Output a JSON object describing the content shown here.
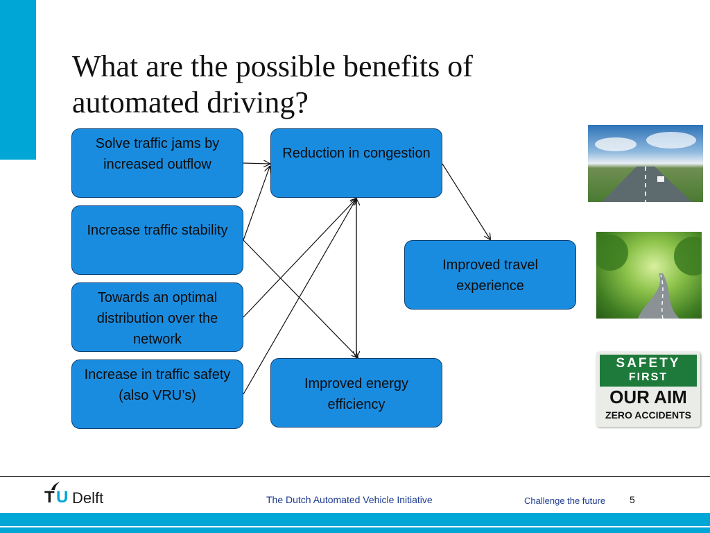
{
  "slide": {
    "title": "What are the possible benefits of automated driving?",
    "page_number": "5"
  },
  "diagram": {
    "boxes": [
      {
        "id": "b1",
        "text": "Solve traffic jams by increased outflow"
      },
      {
        "id": "b2",
        "text": "Increase traffic stability"
      },
      {
        "id": "b3",
        "text": "Towards an optimal distribution over the network"
      },
      {
        "id": "b4",
        "text": "Increase in traffic safety (also VRU’s)"
      },
      {
        "id": "b5",
        "text": "Reduction in congestion"
      },
      {
        "id": "b6",
        "text": "Improved travel experience"
      },
      {
        "id": "b7",
        "text": "Improved energy efficiency"
      }
    ],
    "box_color": "#1a8ce0"
  },
  "images": {
    "sign": {
      "line1": "SAFETY",
      "line2": "FIRST",
      "line3": "OUR AIM",
      "line4": "ZERO ACCIDENTS"
    }
  },
  "footer": {
    "logo_t": "T",
    "logo_u": "U",
    "logo_delft": "Delft",
    "center_text": "The Dutch Automated Vehicle Initiative",
    "right_text": "Challenge the future"
  },
  "colors": {
    "accent": "#00a6d6",
    "footer_text": "#1b3a8c"
  }
}
